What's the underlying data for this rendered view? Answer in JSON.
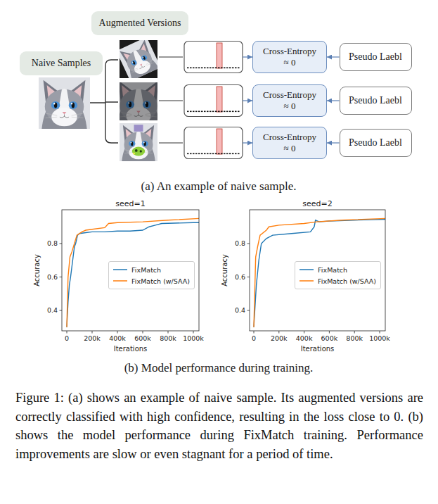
{
  "diagram": {
    "caption": "Figure 1: (a) shows an example of naive sample. Its augmented versions are correctly classified with high confidence, resulting in the loss close to 0. (b) shows the model performance during FixMatch training. Performance improvements are slow or even stagnant for a period of time.",
    "nodes": [
      {
        "text": [
          "Augmented Versions"
        ]
      },
      {
        "text": [
          "Naive Samples"
        ]
      },
      {
        "text": [
          "Cross-Entropy",
          "≈ 0"
        ]
      },
      {
        "text": [
          "Pseudo Laebl"
        ]
      },
      {
        "text": [
          "Cross-Entropy",
          "≈ 0"
        ]
      },
      {
        "text": [
          "Pseudo Laebl"
        ]
      },
      {
        "text": [
          "Cross-Entropy",
          "≈ 0"
        ]
      },
      {
        "text": [
          "Pseudo Laebl"
        ]
      }
    ],
    "edges": [
      {
        "from": 3,
        "to": 2,
        "arrow": "to"
      },
      {
        "from": 5,
        "to": 4,
        "arrow": "to"
      },
      {
        "from": 7,
        "to": 6,
        "arrow": "to"
      }
    ],
    "labels": [
      "(a) An example of naive sample.",
      "seed=1",
      "0.8",
      "0.6",
      "0.4",
      "Accuracy",
      "0",
      "200k",
      "400k",
      "600k",
      "800k",
      "1000k",
      "Iterations",
      "seed=2",
      "0.8",
      "0.6",
      "0.4",
      "Accuracy",
      "0",
      "200k",
      "400k",
      "600k",
      "800k",
      "1000k",
      "Iterations",
      "(b) Model performance during training."
    ],
    "legend": [
      {
        "text": "FixMatch"
      },
      {
        "text": "FixMatch (w/SAA)"
      },
      {
        "text": "FixMatch"
      },
      {
        "text": "FixMatch (w/SAA)"
      }
    ]
  }
}
